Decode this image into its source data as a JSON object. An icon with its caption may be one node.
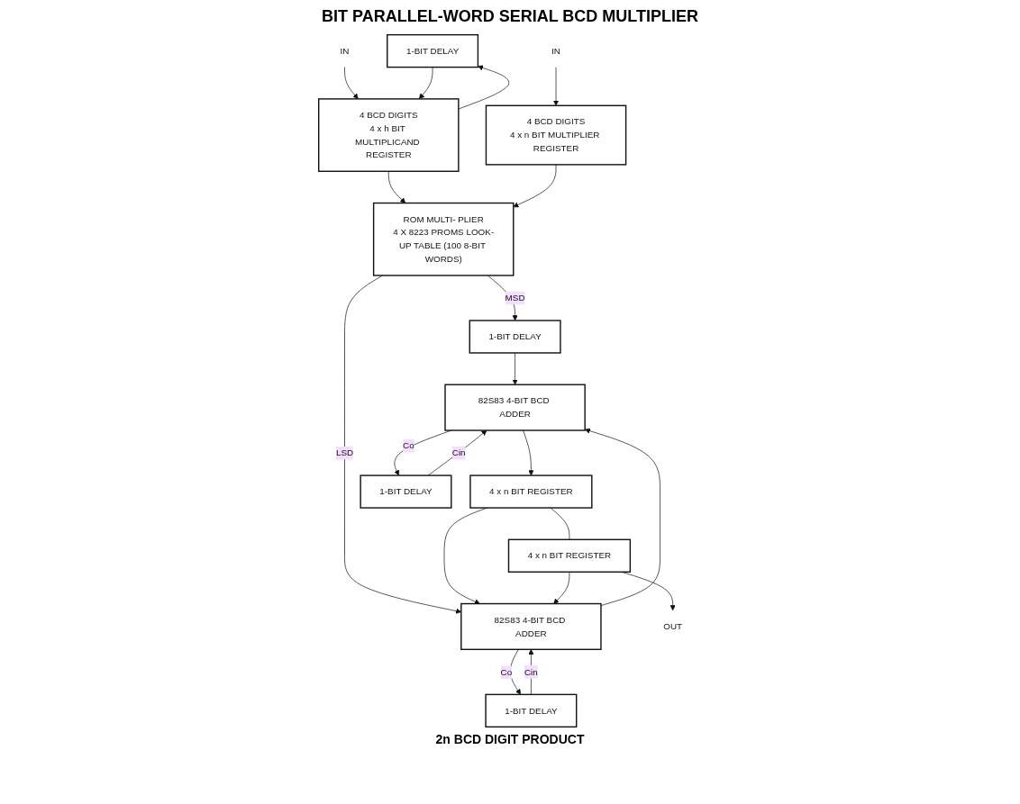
{
  "diagram": {
    "title": "BIT PARALLEL-WORD SERIAL BCD MULTIPLIER",
    "nodes": [
      {
        "text": [
          "1-BIT DELAY"
        ]
      },
      {
        "text": [
          "IN"
        ]
      },
      {
        "text": [
          "4 BCD DIGITS",
          "4 x h BIT MULTIPLICAND REGISTER"
        ]
      },
      {
        "text": [
          "IN"
        ]
      },
      {
        "text": [
          "4 BCD DIGITS",
          "4 x n BIT MULTIPLIER REGISTER"
        ]
      },
      {
        "text": [
          "ROM MULTI- PLIER",
          "4 X 8223 PROMS LOOK-UP TABLE (100 8-BIT WORDS)"
        ]
      },
      {
        "text": [
          "1-BIT DELAY"
        ]
      },
      {
        "text": [
          "82S83 4-BIT BCD ADDER"
        ]
      },
      {
        "text": [
          "82S83 4-BIT BCD ADDER"
        ]
      },
      {
        "text": [
          "4 x n BIT REGISTER"
        ]
      },
      {
        "text": [
          "4 x n BIT REGISTER"
        ]
      },
      {
        "text": [
          "OUT"
        ]
      },
      {
        "text": [
          "1-BIT DELAY"
        ]
      },
      {
        "text": [
          "1-BIT DELAY"
        ]
      }
    ],
    "edges": [
      {
        "from": 1,
        "to": 2,
        "arrow": "to"
      },
      {
        "from": 0,
        "to": 2,
        "arrow": "to"
      },
      {
        "from": 2,
        "to": 0,
        "arrow": "to"
      },
      {
        "from": 2,
        "to": 5,
        "arrow": "to"
      },
      {
        "from": 3,
        "to": 4,
        "arrow": "to"
      },
      {
        "from": 4,
        "to": 5,
        "arrow": "to"
      },
      {
        "from": 5,
        "to": 6,
        "arrow": "to",
        "label": "MSD"
      },
      {
        "from": 5,
        "to": 7,
        "arrow": "to",
        "label": "LSD"
      },
      {
        "from": 6,
        "to": 8,
        "arrow": "to"
      },
      {
        "from": 7,
        "to": 8,
        "arrow": "to"
      },
      {
        "from": 9,
        "to": 7,
        "arrow": "to"
      },
      {
        "from": 9,
        "to": 10,
        "arrow": "none"
      },
      {
        "from": 10,
        "to": 7,
        "arrow": "to"
      },
      {
        "from": 10,
        "to": 11,
        "arrow": "to"
      },
      {
        "from": 7,
        "to": 12,
        "arrow": "to",
        "label": "Co"
      },
      {
        "from": 12,
        "to": 7,
        "arrow": "to",
        "label": "Cin"
      },
      {
        "from": 8,
        "to": 13,
        "arrow": "to",
        "label": "Co"
      },
      {
        "from": 13,
        "to": 8,
        "arrow": "to",
        "label": "Cin"
      },
      {
        "from": 8,
        "to": 9,
        "arrow": "to"
      }
    ],
    "labels": [
      "2n BCD DIGIT PRODUCT"
    ]
  }
}
